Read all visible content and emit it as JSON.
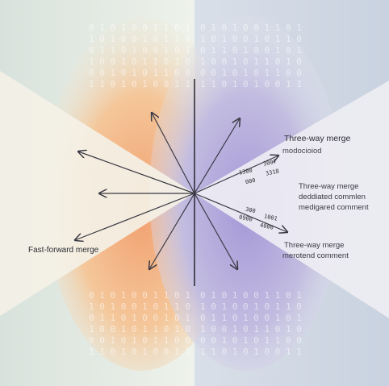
{
  "colors": {
    "background": "#e9eee9",
    "left_glow": "#f0995f",
    "right_glow": "#a79ad8",
    "arrow": "#3a3a44",
    "divider": "#2f2f36"
  },
  "labels": {
    "fast_forward": "Fast-forward merge",
    "three_way_1": "Three-way merge",
    "three_way_1_sub": "modocioiod",
    "three_way_2": "Three-way merge",
    "three_way_2_sub1": "deddiated commlen",
    "three_way_2_sub2": "medigared comment",
    "three_way_3": "Three-way merge",
    "three_way_3_sub": "merotend comment"
  },
  "arrow_numbers": {
    "n1": "1300",
    "n2": "3007",
    "n3": "000",
    "n4": "3318",
    "n5": "300",
    "n6": "1001",
    "n7": "0900",
    "n8": "4000"
  },
  "binary_rows": [
    "0 1 0 1 0 0 1 1 0 1",
    "1 0 1 0 0 1 0 1 1 0",
    "0 1 1 0 1 0 0 1 0 1",
    "1 0 0 1 0 1 1 0 1 0",
    "0 0 1 0 1 0 1 1 0 0",
    "1 1 0 1 0 1 0 0 1 1"
  ]
}
